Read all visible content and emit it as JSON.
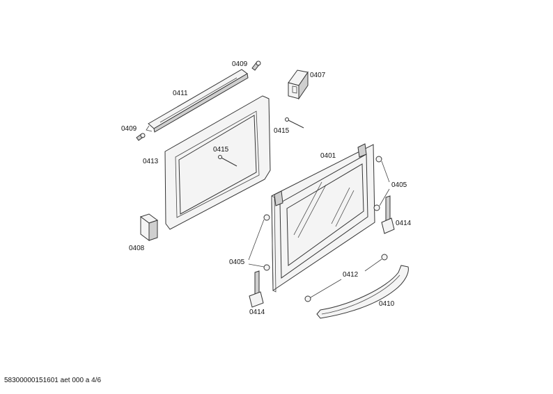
{
  "labels": {
    "p0409_top": "0409",
    "p0407": "0407",
    "p0411": "0411",
    "p0409_left": "0409",
    "p0415_right": "0415",
    "p0415_mid": "0415",
    "p0413": "0413",
    "p0401": "0401",
    "p0405_right": "0405",
    "p0414_right": "0414",
    "p0408": "0408",
    "p0405_left": "0405",
    "p0412": "0412",
    "p0410": "0410",
    "p0414_left": "0414"
  },
  "footer": "58300000151601 aet 000 a 4/6"
}
